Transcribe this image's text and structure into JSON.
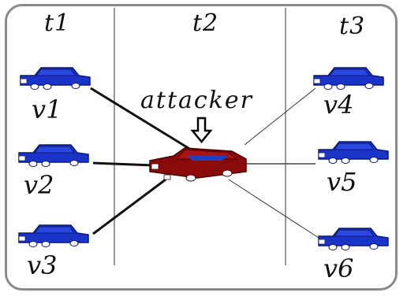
{
  "zones": [
    {
      "label": "t1"
    },
    {
      "label": "t2"
    },
    {
      "label": "t3"
    }
  ],
  "attacker": {
    "label": "attacker",
    "color": "#8b0a0a",
    "roof_color": "#1f3fc4"
  },
  "vehicles": [
    {
      "id": "v1",
      "label": "v1"
    },
    {
      "id": "v2",
      "label": "v2"
    },
    {
      "id": "v3",
      "label": "v3"
    },
    {
      "id": "v4",
      "label": "v4"
    },
    {
      "id": "v5",
      "label": "v5"
    },
    {
      "id": "v6",
      "label": "v6"
    }
  ],
  "colors": {
    "vehicle": "#1a33c8",
    "vehicle_dark": "#0b1a7a",
    "frame": "#8a8a8a",
    "divider": "#777777"
  }
}
